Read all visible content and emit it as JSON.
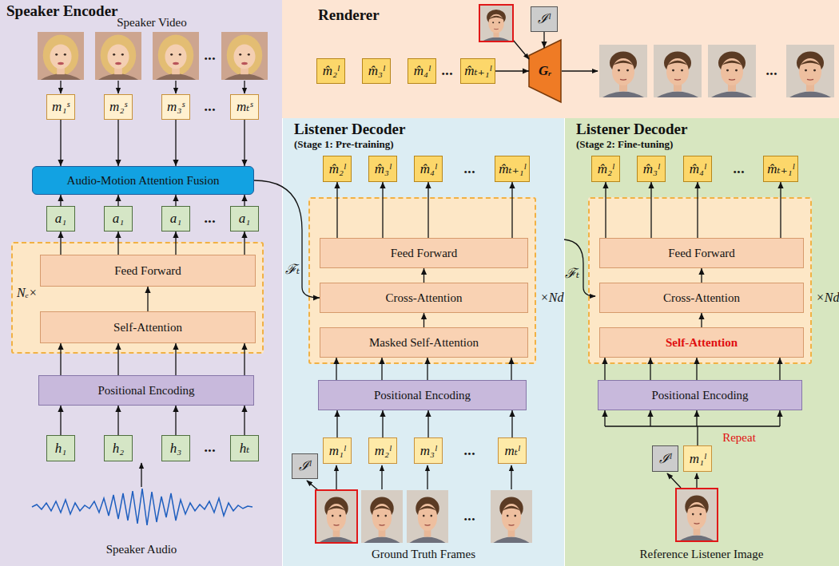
{
  "diagram": {
    "nodes": [
      {
        "text": [
          "Speaker Encoder"
        ]
      },
      {
        "text": [
          "m₁ˢ"
        ],
        "in": 0
      },
      {
        "text": [
          "m₂ˢ"
        ],
        "in": 0
      },
      {
        "text": [
          "m₃ˢ"
        ],
        "in": 0
      },
      {
        "text": [
          "mₜˢ"
        ],
        "in": 0
      },
      {
        "text": [
          "Audio-Motion Attention Fusion"
        ],
        "in": 0
      },
      {
        "text": [
          "a₁"
        ],
        "in": 0
      },
      {
        "text": [
          "a₁"
        ],
        "in": 0
      },
      {
        "text": [
          "a₁"
        ],
        "in": 0
      },
      {
        "text": [
          "a₁"
        ],
        "in": 0
      },
      {
        "text": [
          "Nₑ×"
        ],
        "in": 0
      },
      {
        "text": [
          "Feed Forward"
        ],
        "in": 10
      },
      {
        "text": [
          "Self-Attention"
        ],
        "in": 10
      },
      {
        "text": [
          "Positional Encoding"
        ],
        "in": 0
      },
      {
        "text": [
          "h₁"
        ],
        "in": 0
      },
      {
        "text": [
          "h₂"
        ],
        "in": 0
      },
      {
        "text": [
          "h₃"
        ],
        "in": 0
      },
      {
        "text": [
          "hₜ"
        ],
        "in": 0
      },
      {
        "text": [
          "Renderer"
        ]
      },
      {
        "text": [
          "m̂₂ˡ"
        ],
        "in": 18
      },
      {
        "text": [
          "m̂₃ˡ"
        ],
        "in": 18
      },
      {
        "text": [
          "m̂₄ˡ"
        ],
        "in": 18
      },
      {
        "text": [
          "m̂ₜ₊₁ˡ"
        ],
        "in": 18
      },
      {
        "text": [
          "ℐˡ"
        ],
        "in": 18
      },
      {
        "text": [
          "Gᵣ"
        ],
        "in": 18
      },
      {
        "text": [
          "Listener Decoder",
          "(Stage 1: Pre-training)"
        ]
      },
      {
        "text": [
          "m̂₂ˡ"
        ],
        "in": 25
      },
      {
        "text": [
          "m̂₃ˡ"
        ],
        "in": 25
      },
      {
        "text": [
          "m̂₄ˡ"
        ],
        "in": 25
      },
      {
        "text": [
          "m̂ₜ₊₁ˡ"
        ],
        "in": 25
      },
      {
        "text": [
          "×Nd"
        ],
        "in": 25
      },
      {
        "text": [
          "Feed Forward"
        ],
        "in": 30
      },
      {
        "text": [
          "Cross-Attention"
        ],
        "in": 30
      },
      {
        "text": [
          "Masked Self-Attention"
        ],
        "in": 30
      },
      {
        "text": [
          "Positional Encoding"
        ],
        "in": 25
      },
      {
        "text": [
          "ℐˡ"
        ],
        "in": 25
      },
      {
        "text": [
          "m₁ˡ"
        ],
        "in": 25
      },
      {
        "text": [
          "m₂ˡ"
        ],
        "in": 25
      },
      {
        "text": [
          "m₃ˡ"
        ],
        "in": 25
      },
      {
        "text": [
          "mₜˡ"
        ],
        "in": 25
      },
      {
        "text": [
          "Listener Decoder",
          "(Stage 2: Fine-tuning)"
        ]
      },
      {
        "text": [
          "m̂₂ˡ"
        ],
        "in": 40
      },
      {
        "text": [
          "m̂₃ˡ"
        ],
        "in": 40
      },
      {
        "text": [
          "m̂₄ˡ"
        ],
        "in": 40
      },
      {
        "text": [
          "m̂ₜ₊₁ˡ"
        ],
        "in": 40
      },
      {
        "text": [
          "×Nd"
        ],
        "in": 40
      },
      {
        "text": [
          "Feed Forward"
        ],
        "in": 45
      },
      {
        "text": [
          "Cross-Attention"
        ],
        "in": 45
      },
      {
        "text": [
          "Self-Attention"
        ],
        "in": 45
      },
      {
        "text": [
          "Positional Encoding"
        ],
        "in": 40
      },
      {
        "text": [
          "ℐˡ"
        ],
        "in": 40
      },
      {
        "text": [
          "m₁ˡ"
        ],
        "in": 40
      }
    ],
    "edges": [
      {
        "from": 1,
        "to": 5,
        "arrow": "to"
      },
      {
        "from": 2,
        "to": 5,
        "arrow": "to"
      },
      {
        "from": 3,
        "to": 5,
        "arrow": "to"
      },
      {
        "from": 4,
        "to": 5,
        "arrow": "to"
      },
      {
        "from": 6,
        "to": 5,
        "arrow": "to"
      },
      {
        "from": 7,
        "to": 5,
        "arrow": "to"
      },
      {
        "from": 8,
        "to": 5,
        "arrow": "to"
      },
      {
        "from": 9,
        "to": 5,
        "arrow": "to"
      },
      {
        "from": 11,
        "to": 6,
        "arrow": "to"
      },
      {
        "from": 11,
        "to": 7,
        "arrow": "to"
      },
      {
        "from": 11,
        "to": 8,
        "arrow": "to"
      },
      {
        "from": 11,
        "to": 9,
        "arrow": "to"
      },
      {
        "from": 12,
        "to": 11,
        "arrow": "to"
      },
      {
        "from": 13,
        "to": 12,
        "arrow": "to"
      },
      {
        "from": 13,
        "to": 12,
        "arrow": "to"
      },
      {
        "from": 13,
        "to": 12,
        "arrow": "to"
      },
      {
        "from": 13,
        "to": 12,
        "arrow": "to"
      },
      {
        "from": 14,
        "to": 13,
        "arrow": "to"
      },
      {
        "from": 15,
        "to": 13,
        "arrow": "to"
      },
      {
        "from": 16,
        "to": 13,
        "arrow": "to"
      },
      {
        "from": 17,
        "to": 13,
        "arrow": "to"
      },
      {
        "from": 5,
        "to": 32,
        "label": "ℱₜ",
        "arrow": "to"
      },
      {
        "from": 22,
        "to": 24,
        "arrow": "to"
      },
      {
        "from": 23,
        "to": 24,
        "arrow": "to"
      },
      {
        "from": 31,
        "to": 26,
        "arrow": "to"
      },
      {
        "from": 31,
        "to": 27,
        "arrow": "to"
      },
      {
        "from": 31,
        "to": 28,
        "arrow": "to"
      },
      {
        "from": 31,
        "to": 29,
        "arrow": "to"
      },
      {
        "from": 32,
        "to": 31,
        "arrow": "to"
      },
      {
        "from": 33,
        "to": 32,
        "arrow": "to"
      },
      {
        "from": 34,
        "to": 33,
        "arrow": "to"
      },
      {
        "from": 34,
        "to": 33,
        "arrow": "to"
      },
      {
        "from": 34,
        "to": 33,
        "arrow": "to"
      },
      {
        "from": 34,
        "to": 33,
        "arrow": "to"
      },
      {
        "from": 36,
        "to": 34,
        "arrow": "to"
      },
      {
        "from": 37,
        "to": 34,
        "arrow": "to"
      },
      {
        "from": 38,
        "to": 34,
        "arrow": "to"
      },
      {
        "from": 39,
        "to": 34,
        "arrow": "to"
      },
      {
        "from": 46,
        "to": 41,
        "arrow": "to"
      },
      {
        "from": 46,
        "to": 42,
        "arrow": "to"
      },
      {
        "from": 46,
        "to": 43,
        "arrow": "to"
      },
      {
        "from": 46,
        "to": 44,
        "arrow": "to"
      },
      {
        "from": 47,
        "to": 46,
        "arrow": "to"
      },
      {
        "from": 48,
        "to": 47,
        "arrow": "to"
      },
      {
        "from": 49,
        "to": 48,
        "arrow": "to"
      },
      {
        "from": 49,
        "to": 48,
        "arrow": "to"
      },
      {
        "from": 49,
        "to": 48,
        "arrow": "to"
      },
      {
        "from": 49,
        "to": 48,
        "arrow": "to"
      },
      {
        "from": 51,
        "to": 49,
        "arrow": "to"
      }
    ],
    "labels": [
      "Speaker Video",
      "•••",
      "•••",
      "•••",
      "•••",
      "Speaker Audio",
      "•••",
      "•••",
      "•••",
      "•••",
      "•••",
      "Ground Truth Frames",
      "•••",
      "Repeat",
      "ℱₜ",
      "Reference Listener Image"
    ]
  }
}
